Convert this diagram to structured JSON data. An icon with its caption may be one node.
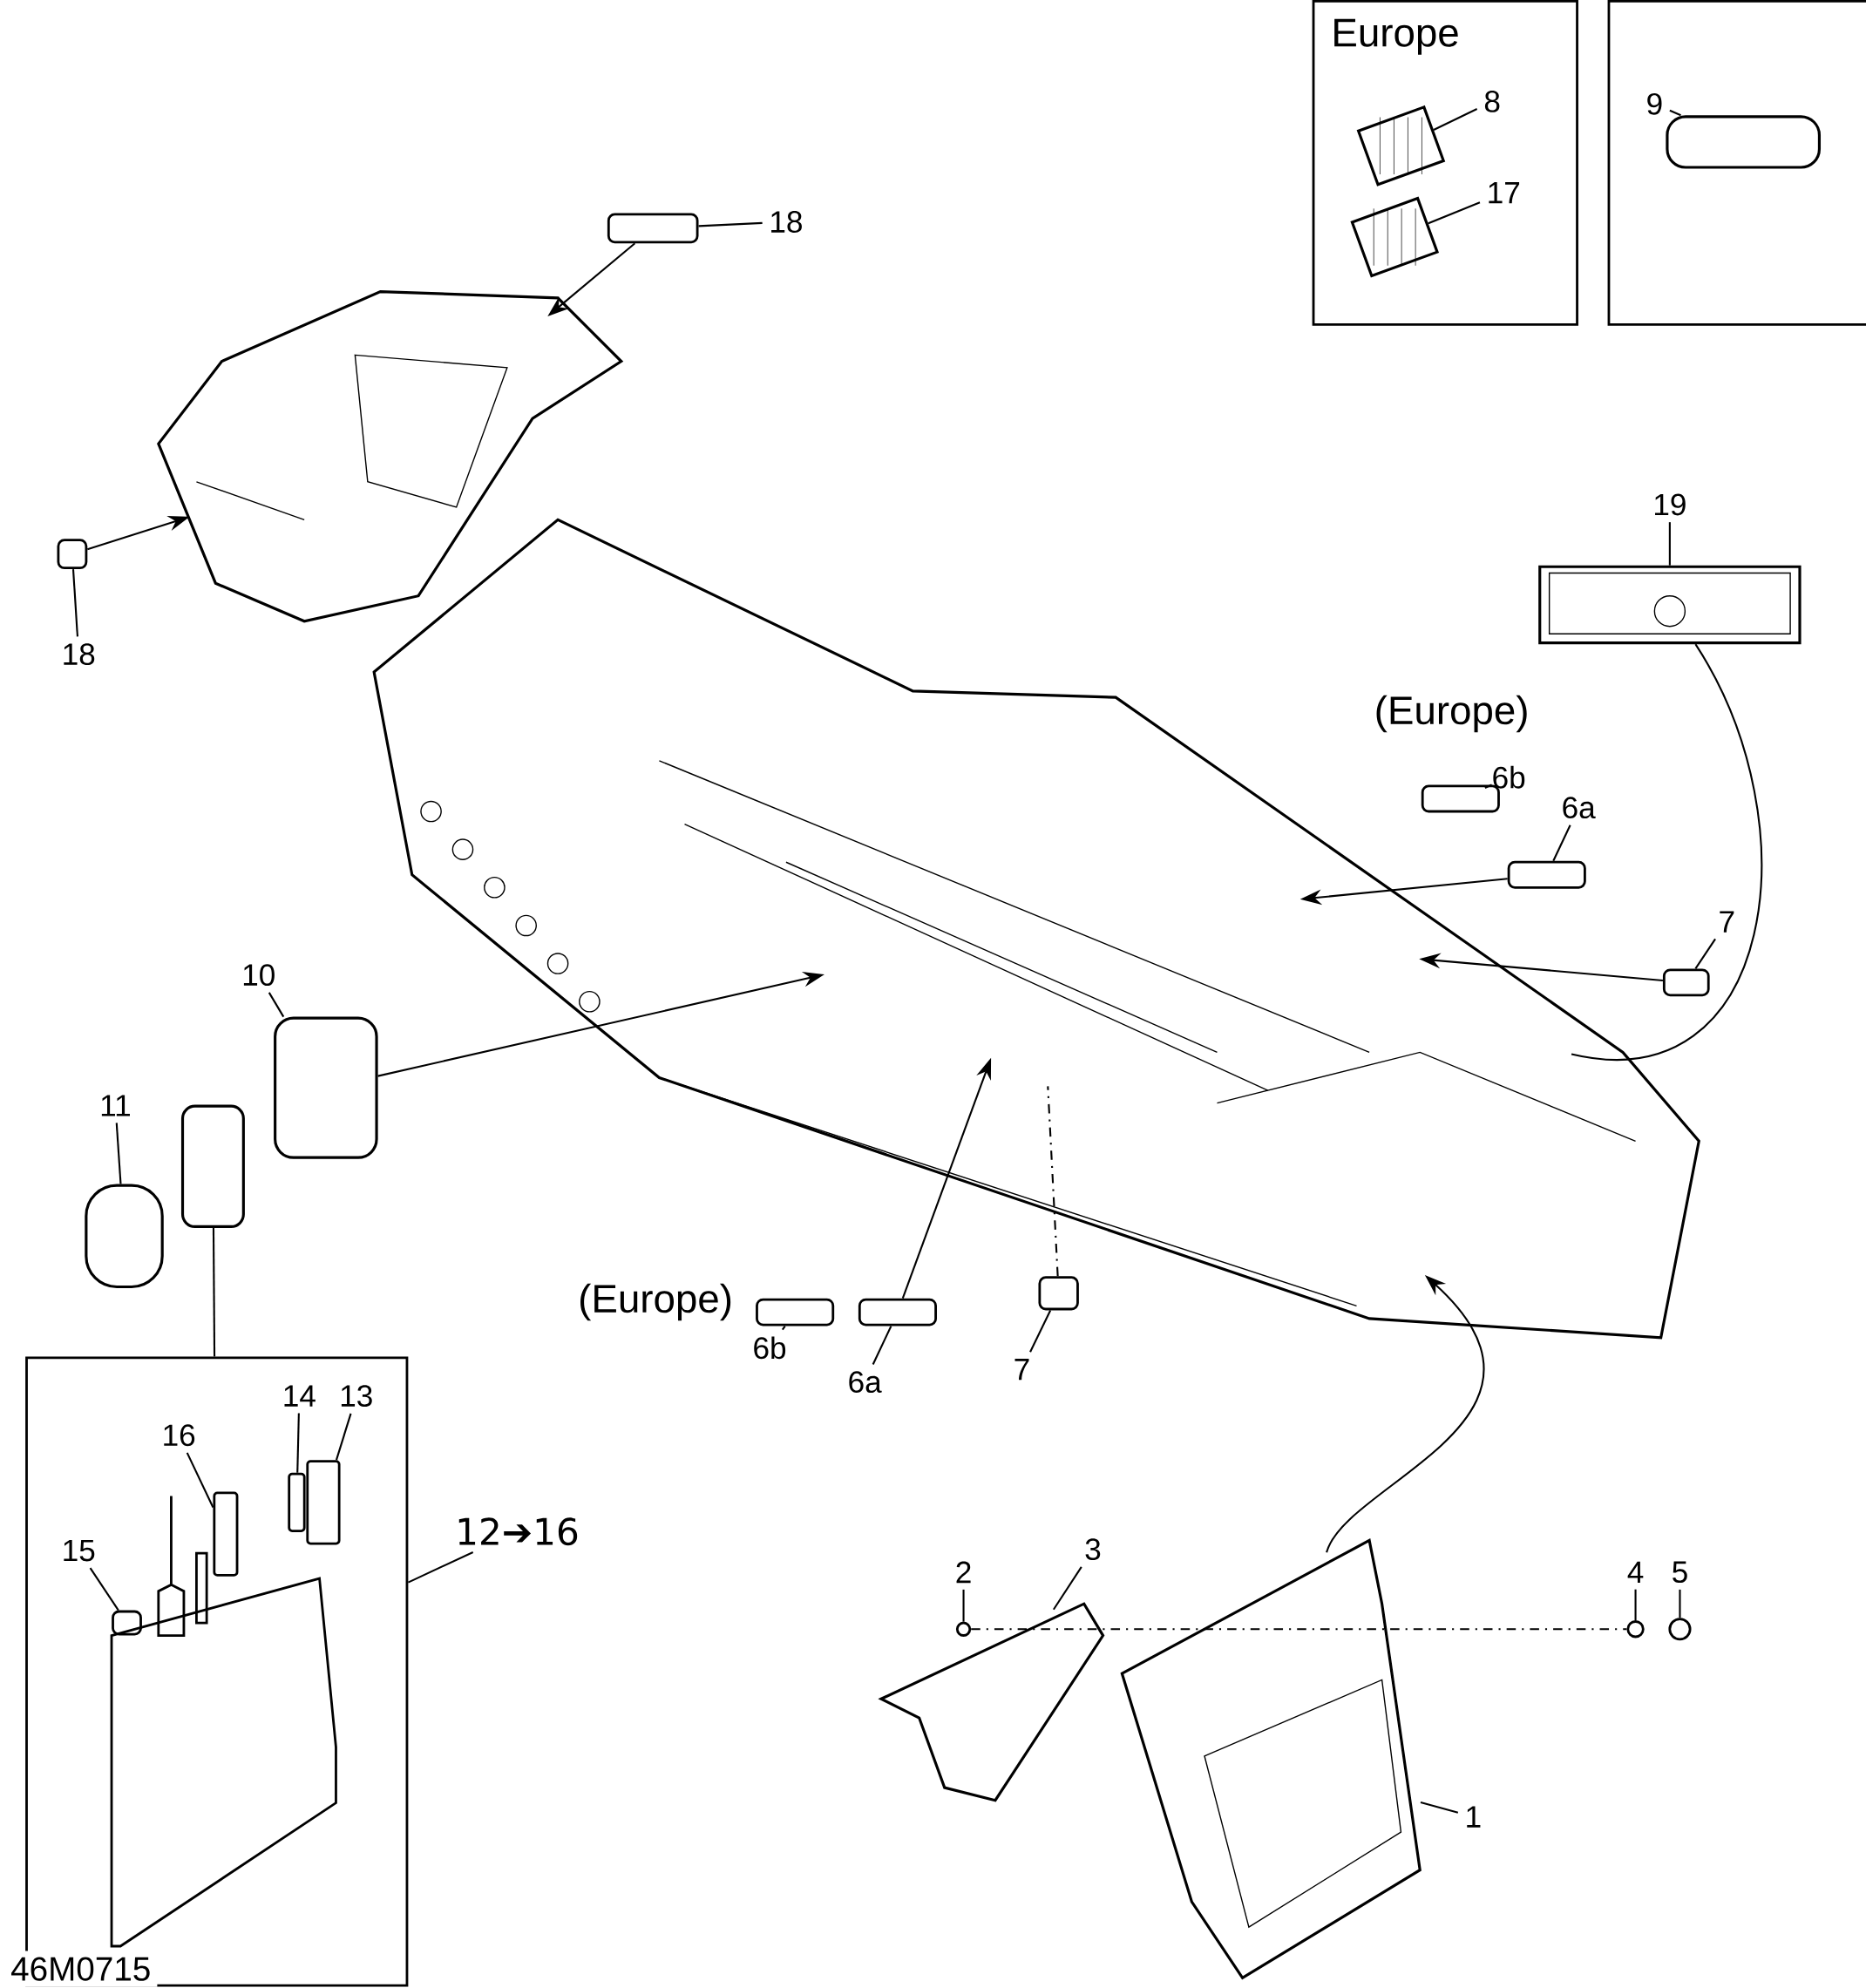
{
  "diagram": {
    "nodes": [
      {
        "text": [
          "Europe"
        ]
      },
      {
        "text": [
          "8"
        ],
        "in": 0
      },
      {
        "text": [
          "17"
        ],
        "in": 0
      },
      {
        "text": [],
        "shape": "picture",
        "in": 0
      },
      {
        "text": [],
        "shape": "picture",
        "in": 0
      },
      {
        "text": [],
        "shape": "box"
      },
      {
        "text": [
          "9"
        ],
        "in": 5
      },
      {
        "text": [],
        "shape": "box",
        "in": 5
      },
      {
        "text": [
          "18"
        ]
      },
      {
        "text": [],
        "shape": "box"
      },
      {
        "text": [],
        "shape": "picture"
      },
      {
        "text": [],
        "shape": "box"
      },
      {
        "text": [
          "18"
        ]
      },
      {
        "text": [],
        "shape": "picture"
      },
      {
        "text": [
          "19"
        ]
      },
      {
        "text": [],
        "shape": "picture"
      },
      {
        "text": [
          "6b"
        ]
      },
      {
        "text": [],
        "shape": "box"
      },
      {
        "text": [
          "6a"
        ]
      },
      {
        "text": [],
        "shape": "box"
      },
      {
        "text": [
          "7"
        ]
      },
      {
        "text": [],
        "shape": "box"
      },
      {
        "text": [
          "10"
        ]
      },
      {
        "text": [],
        "shape": "box"
      },
      {
        "text": [
          "11"
        ]
      },
      {
        "text": [],
        "shape": "box"
      },
      {
        "text": [],
        "shape": "box"
      },
      {
        "text": [],
        "shape": "box"
      },
      {
        "text": [
          "16"
        ],
        "in": 27
      },
      {
        "text": [
          "14"
        ],
        "in": 27
      },
      {
        "text": [
          "13"
        ],
        "in": 27
      },
      {
        "text": [
          "15"
        ],
        "in": 27
      },
      {
        "text": [],
        "shape": "box",
        "in": 27
      },
      {
        "text": [],
        "shape": "box",
        "in": 27
      },
      {
        "text": [],
        "shape": "box",
        "in": 27
      },
      {
        "text": [],
        "shape": "box",
        "in": 27
      },
      {
        "text": [
          "12➔16"
        ]
      },
      {
        "text": [
          "6b"
        ]
      },
      {
        "text": [],
        "shape": "box"
      },
      {
        "text": [
          "6a"
        ]
      },
      {
        "text": [],
        "shape": "box"
      },
      {
        "text": [
          "7"
        ]
      },
      {
        "text": [],
        "shape": "box"
      },
      {
        "text": [
          "2"
        ]
      },
      {
        "text": [],
        "shape": "circle"
      },
      {
        "text": [
          "3"
        ]
      },
      {
        "text": [],
        "shape": "picture"
      },
      {
        "text": [
          "4"
        ]
      },
      {
        "text": [],
        "shape": "circle"
      },
      {
        "text": [
          "5"
        ]
      },
      {
        "text": [],
        "shape": "circle"
      },
      {
        "text": [
          "1"
        ]
      },
      {
        "text": [],
        "shape": "picture"
      }
    ],
    "edges": [
      {
        "from": 1,
        "to": 3,
        "arrow": "none"
      },
      {
        "from": 2,
        "to": 4,
        "arrow": "none"
      },
      {
        "from": 6,
        "to": 7,
        "arrow": "none"
      },
      {
        "from": 8,
        "to": 9,
        "arrow": "none"
      },
      {
        "from": 9,
        "to": 10,
        "arrow": "to"
      },
      {
        "from": 11,
        "to": 10,
        "arrow": "to"
      },
      {
        "from": 12,
        "to": 11,
        "arrow": "none"
      },
      {
        "from": 14,
        "to": 15,
        "arrow": "none"
      },
      {
        "from": 15,
        "to": 13,
        "arrow": "none"
      },
      {
        "from": 16,
        "to": 17,
        "arrow": "none"
      },
      {
        "from": 18,
        "to": 19,
        "arrow": "none"
      },
      {
        "from": 19,
        "to": 13,
        "arrow": "to"
      },
      {
        "from": 20,
        "to": 21,
        "arrow": "none"
      },
      {
        "from": 21,
        "to": 13,
        "arrow": "to"
      },
      {
        "from": 22,
        "to": 23,
        "arrow": "none"
      },
      {
        "from": 23,
        "to": 13,
        "arrow": "to"
      },
      {
        "from": 24,
        "to": 25,
        "arrow": "none"
      },
      {
        "from": 26,
        "to": 27,
        "arrow": "none"
      },
      {
        "from": 36,
        "to": 27,
        "arrow": "none"
      },
      {
        "from": 28,
        "to": 32,
        "arrow": "none"
      },
      {
        "from": 29,
        "to": 33,
        "arrow": "none"
      },
      {
        "from": 30,
        "to": 34,
        "arrow": "none"
      },
      {
        "from": 31,
        "to": 35,
        "arrow": "none"
      },
      {
        "from": 37,
        "to": 38,
        "arrow": "none"
      },
      {
        "from": 39,
        "to": 40,
        "arrow": "none"
      },
      {
        "from": 40,
        "to": 13,
        "arrow": "to"
      },
      {
        "from": 41,
        "to": 42,
        "arrow": "none"
      },
      {
        "from": 42,
        "to": 13,
        "arrow": "none",
        "style": "dashed"
      },
      {
        "from": 43,
        "to": 44,
        "arrow": "none"
      },
      {
        "from": 45,
        "to": 46,
        "arrow": "none"
      },
      {
        "from": 47,
        "to": 48,
        "arrow": "none"
      },
      {
        "from": 49,
        "to": 50,
        "arrow": "none"
      },
      {
        "from": 51,
        "to": 52,
        "arrow": "none"
      },
      {
        "from": 52,
        "to": 13,
        "arrow": "to"
      },
      {
        "from": 44,
        "to": 48,
        "arrow": "none",
        "style": "dashed"
      }
    ],
    "labels": [
      "(Europe)",
      "(Europe)",
      "46M0715"
    ]
  }
}
